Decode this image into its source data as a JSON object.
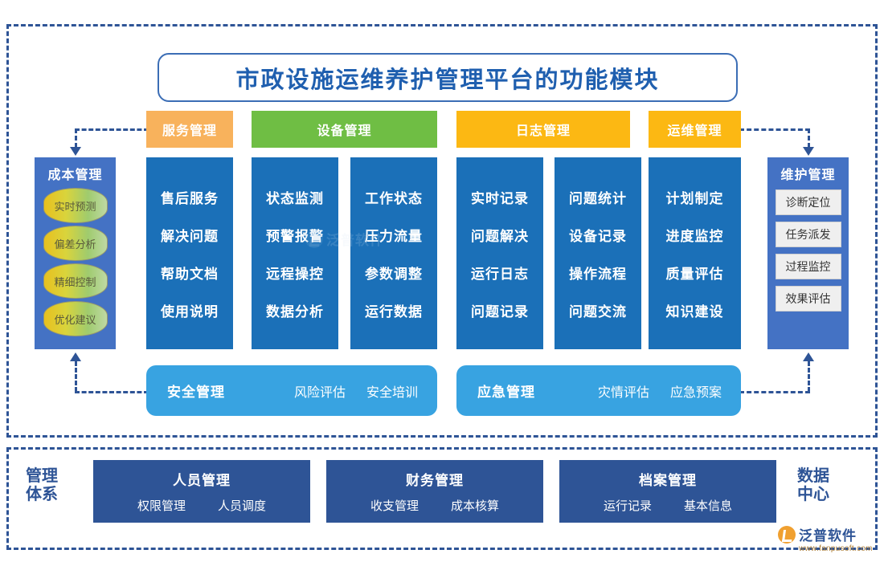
{
  "title": "市政设施运维养护管理平台的功能模块",
  "colors": {
    "orange": "#F8B25C",
    "green": "#6FBE44",
    "yellow": "#FCB813",
    "blue": "#1B70B8",
    "light_blue": "#38A3E1",
    "panel_blue": "#4472C4",
    "navy": "#2E5496",
    "title_blue": "#1F5FAF"
  },
  "headers": [
    {
      "label": "服务管理",
      "color": "#F8B25C"
    },
    {
      "label": "设备管理",
      "color": "#6FBE44"
    },
    {
      "label": "日志管理",
      "color": "#FCB813"
    },
    {
      "label": "运维管理",
      "color": "#FCB813"
    }
  ],
  "cost_panel": {
    "title": "成本管理",
    "items": [
      {
        "label": "实时预测"
      },
      {
        "label": "偏差分析"
      },
      {
        "label": "精细控制"
      },
      {
        "label": "优化建议"
      }
    ]
  },
  "columns": [
    {
      "name": "service",
      "items": [
        "售后服务",
        "解决问题",
        "帮助文档",
        "使用说明"
      ]
    },
    {
      "name": "equipment-1",
      "items": [
        "状态监测",
        "预警报警",
        "远程操控",
        "数据分析"
      ]
    },
    {
      "name": "equipment-2",
      "items": [
        "工作状态",
        "压力流量",
        "参数调整",
        "运行数据"
      ]
    },
    {
      "name": "log-1",
      "items": [
        "实时记录",
        "问题解决",
        "运行日志",
        "问题记录"
      ]
    },
    {
      "name": "log-2",
      "items": [
        "问题统计",
        "设备记录",
        "操作流程",
        "问题交流"
      ]
    },
    {
      "name": "operations",
      "items": [
        "计划制定",
        "进度监控",
        "质量评估",
        "知识建设"
      ]
    }
  ],
  "maintenance_panel": {
    "title": "维护管理",
    "items": [
      "诊断定位",
      "任务派发",
      "过程监控",
      "效果评估"
    ]
  },
  "bottom_rounded": [
    {
      "title": "安全管理",
      "items": [
        "风险评估",
        "安全培训"
      ]
    },
    {
      "title": "应急管理",
      "items": [
        "灾情评估",
        "应急预案"
      ]
    }
  ],
  "management_system": {
    "left_label": "管理\n体系",
    "left_label_line1": "管理",
    "left_label_line2": "体系",
    "right_label_line1": "数据",
    "right_label_line2": "中心",
    "boxes": [
      {
        "title": "人员管理",
        "items": [
          "权限管理",
          "人员调度"
        ]
      },
      {
        "title": "财务管理",
        "items": [
          "收支管理",
          "成本核算"
        ]
      },
      {
        "title": "档案管理",
        "items": [
          "运行记录",
          "基本信息"
        ]
      }
    ]
  },
  "logo": {
    "name": "泛普软件",
    "url": "www.fanpusoft.com"
  }
}
